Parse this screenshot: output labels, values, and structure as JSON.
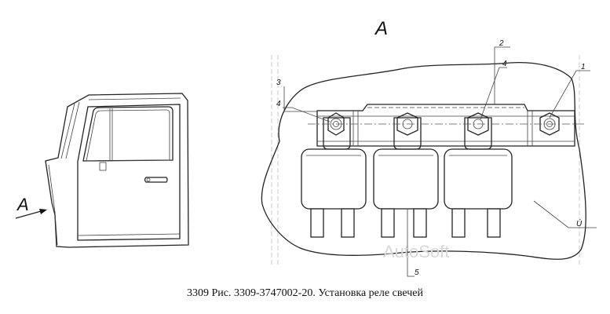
{
  "view_label": "A",
  "arrow_label": "A",
  "callouts": [
    "1",
    "2",
    "3",
    "4",
    "4",
    "5",
    "Ú"
  ],
  "watermark": "AutoSoft",
  "caption": "3309 Рис. 3309-3747002-20. Установка реле свечей"
}
